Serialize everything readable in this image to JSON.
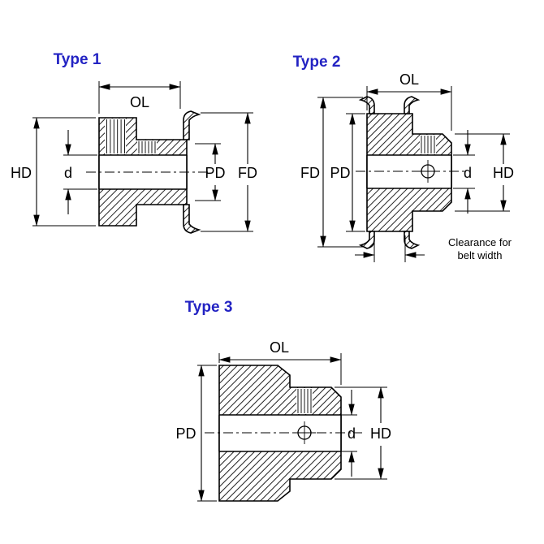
{
  "colors": {
    "title_blue": "#2323c3",
    "line_black": "#000000"
  },
  "type1": {
    "title": "Type 1",
    "dim_ol": "OL",
    "dim_hd": "HD",
    "dim_d": "d",
    "dim_pd": "PD",
    "dim_fd": "FD"
  },
  "type2": {
    "title": "Type 2",
    "dim_ol": "OL",
    "dim_fd": "FD",
    "dim_pd": "PD",
    "dim_d": "d",
    "dim_hd": "HD",
    "note_line1": "Clearance for",
    "note_line2": "belt width"
  },
  "type3": {
    "title": "Type 3",
    "dim_ol": "OL",
    "dim_pd": "PD",
    "dim_d": "d",
    "dim_hd": "HD"
  }
}
